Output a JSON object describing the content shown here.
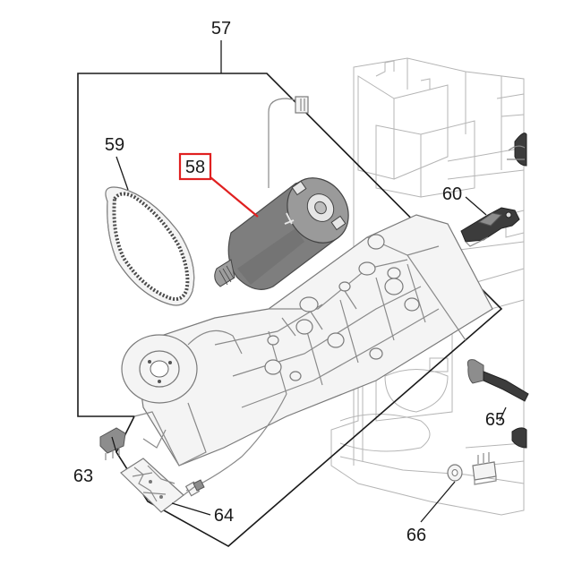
{
  "diagram": {
    "accent_color": "#e02020",
    "callouts": {
      "c57": "57",
      "c58": "58",
      "c59": "59",
      "c60": "60",
      "c63": "63",
      "c64": "64",
      "c65": "65",
      "c66": "66"
    },
    "highlighted_part": "58"
  }
}
